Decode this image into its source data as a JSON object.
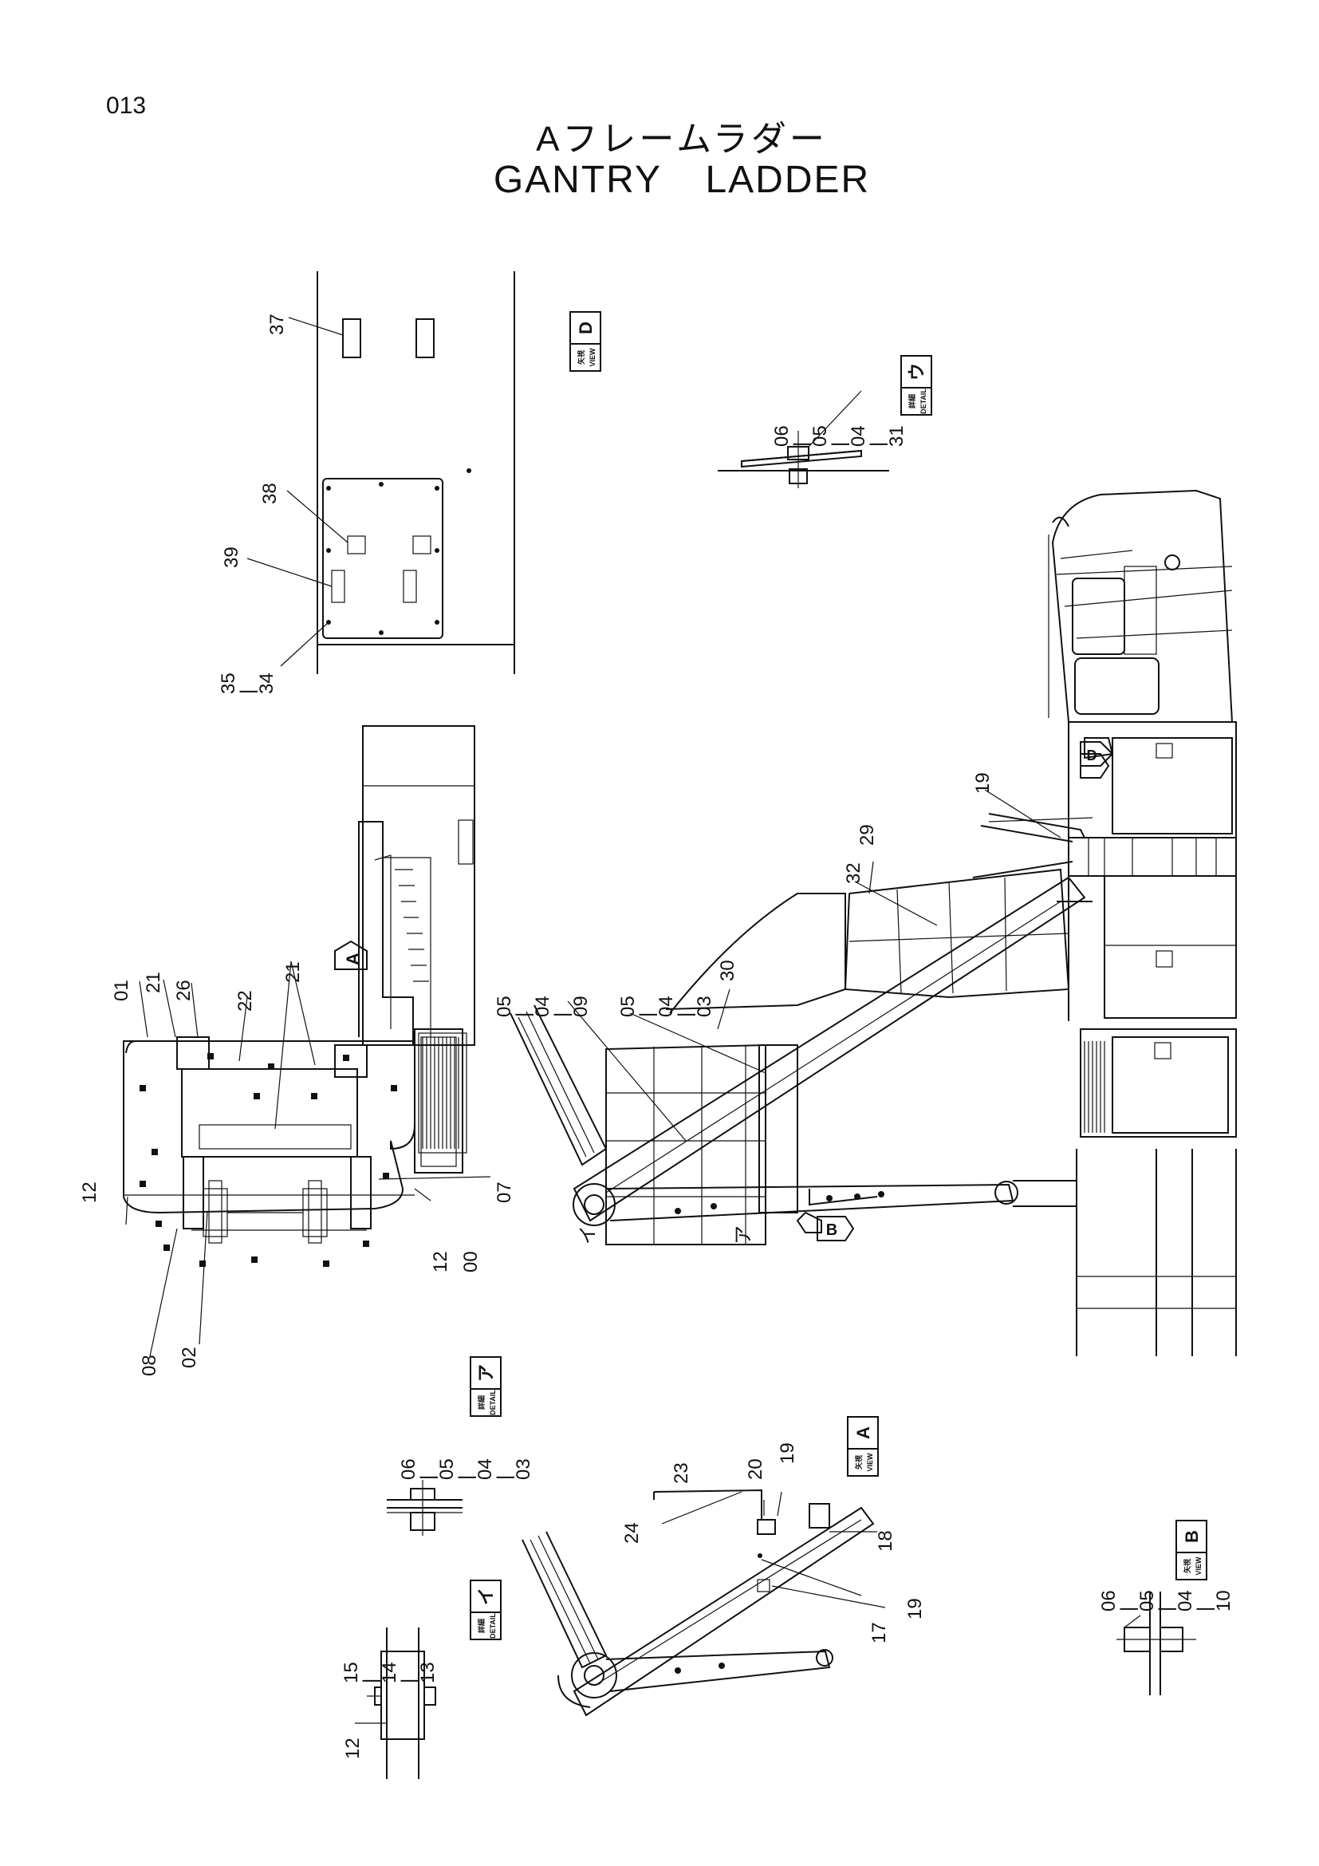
{
  "page_number": "013",
  "title_jp": "Aフレームラダー",
  "title_en": "GANTRY LADDER",
  "views": [
    {
      "id": "view-d",
      "kind": "VIEW",
      "kanji": "矢視",
      "letter": "D"
    },
    {
      "id": "detail-u",
      "kind": "DETAIL",
      "kanji": "詳細",
      "letter": "ウ"
    },
    {
      "id": "detail-a",
      "kind": "DETAIL",
      "kanji": "詳細",
      "letter": "ア"
    },
    {
      "id": "detail-i",
      "kind": "DETAIL",
      "kanji": "詳細",
      "letter": "イ"
    },
    {
      "id": "view-a",
      "kind": "VIEW",
      "kanji": "矢視",
      "letter": "A"
    },
    {
      "id": "view-b",
      "kind": "VIEW",
      "kanji": "矢視",
      "letter": "B"
    }
  ],
  "arrow_markers": [
    {
      "id": "arrow-a-plan",
      "letter": "A"
    },
    {
      "id": "arrow-d",
      "letter": "D"
    },
    {
      "id": "arrow-b",
      "letter": "B"
    }
  ],
  "callouts": {
    "view_d": [
      "37",
      "38",
      "39",
      "35\n|\n34"
    ],
    "detail_u": [
      "06\n|\n05\n|\n04\n|\n31"
    ],
    "plan": [
      "01",
      "21",
      "26",
      "22",
      "21",
      "12",
      "07",
      "12",
      "00",
      "08",
      "02"
    ],
    "side": [
      "19",
      "29",
      "32",
      "30",
      "05\n|\n04\n|\n03",
      "05\n|\n04\n|\n09",
      "イ",
      "ア"
    ],
    "detail_a": [
      "06\n|\n05\n|\n04\n|\n03"
    ],
    "detail_i": [
      "15\n|\n14\n|\n13",
      "12"
    ],
    "view_a": [
      "23",
      "20",
      "19",
      "24",
      "18",
      "19",
      "17"
    ],
    "view_b": [
      "06\n|\n05\n|\n04\n|\n10"
    ]
  }
}
